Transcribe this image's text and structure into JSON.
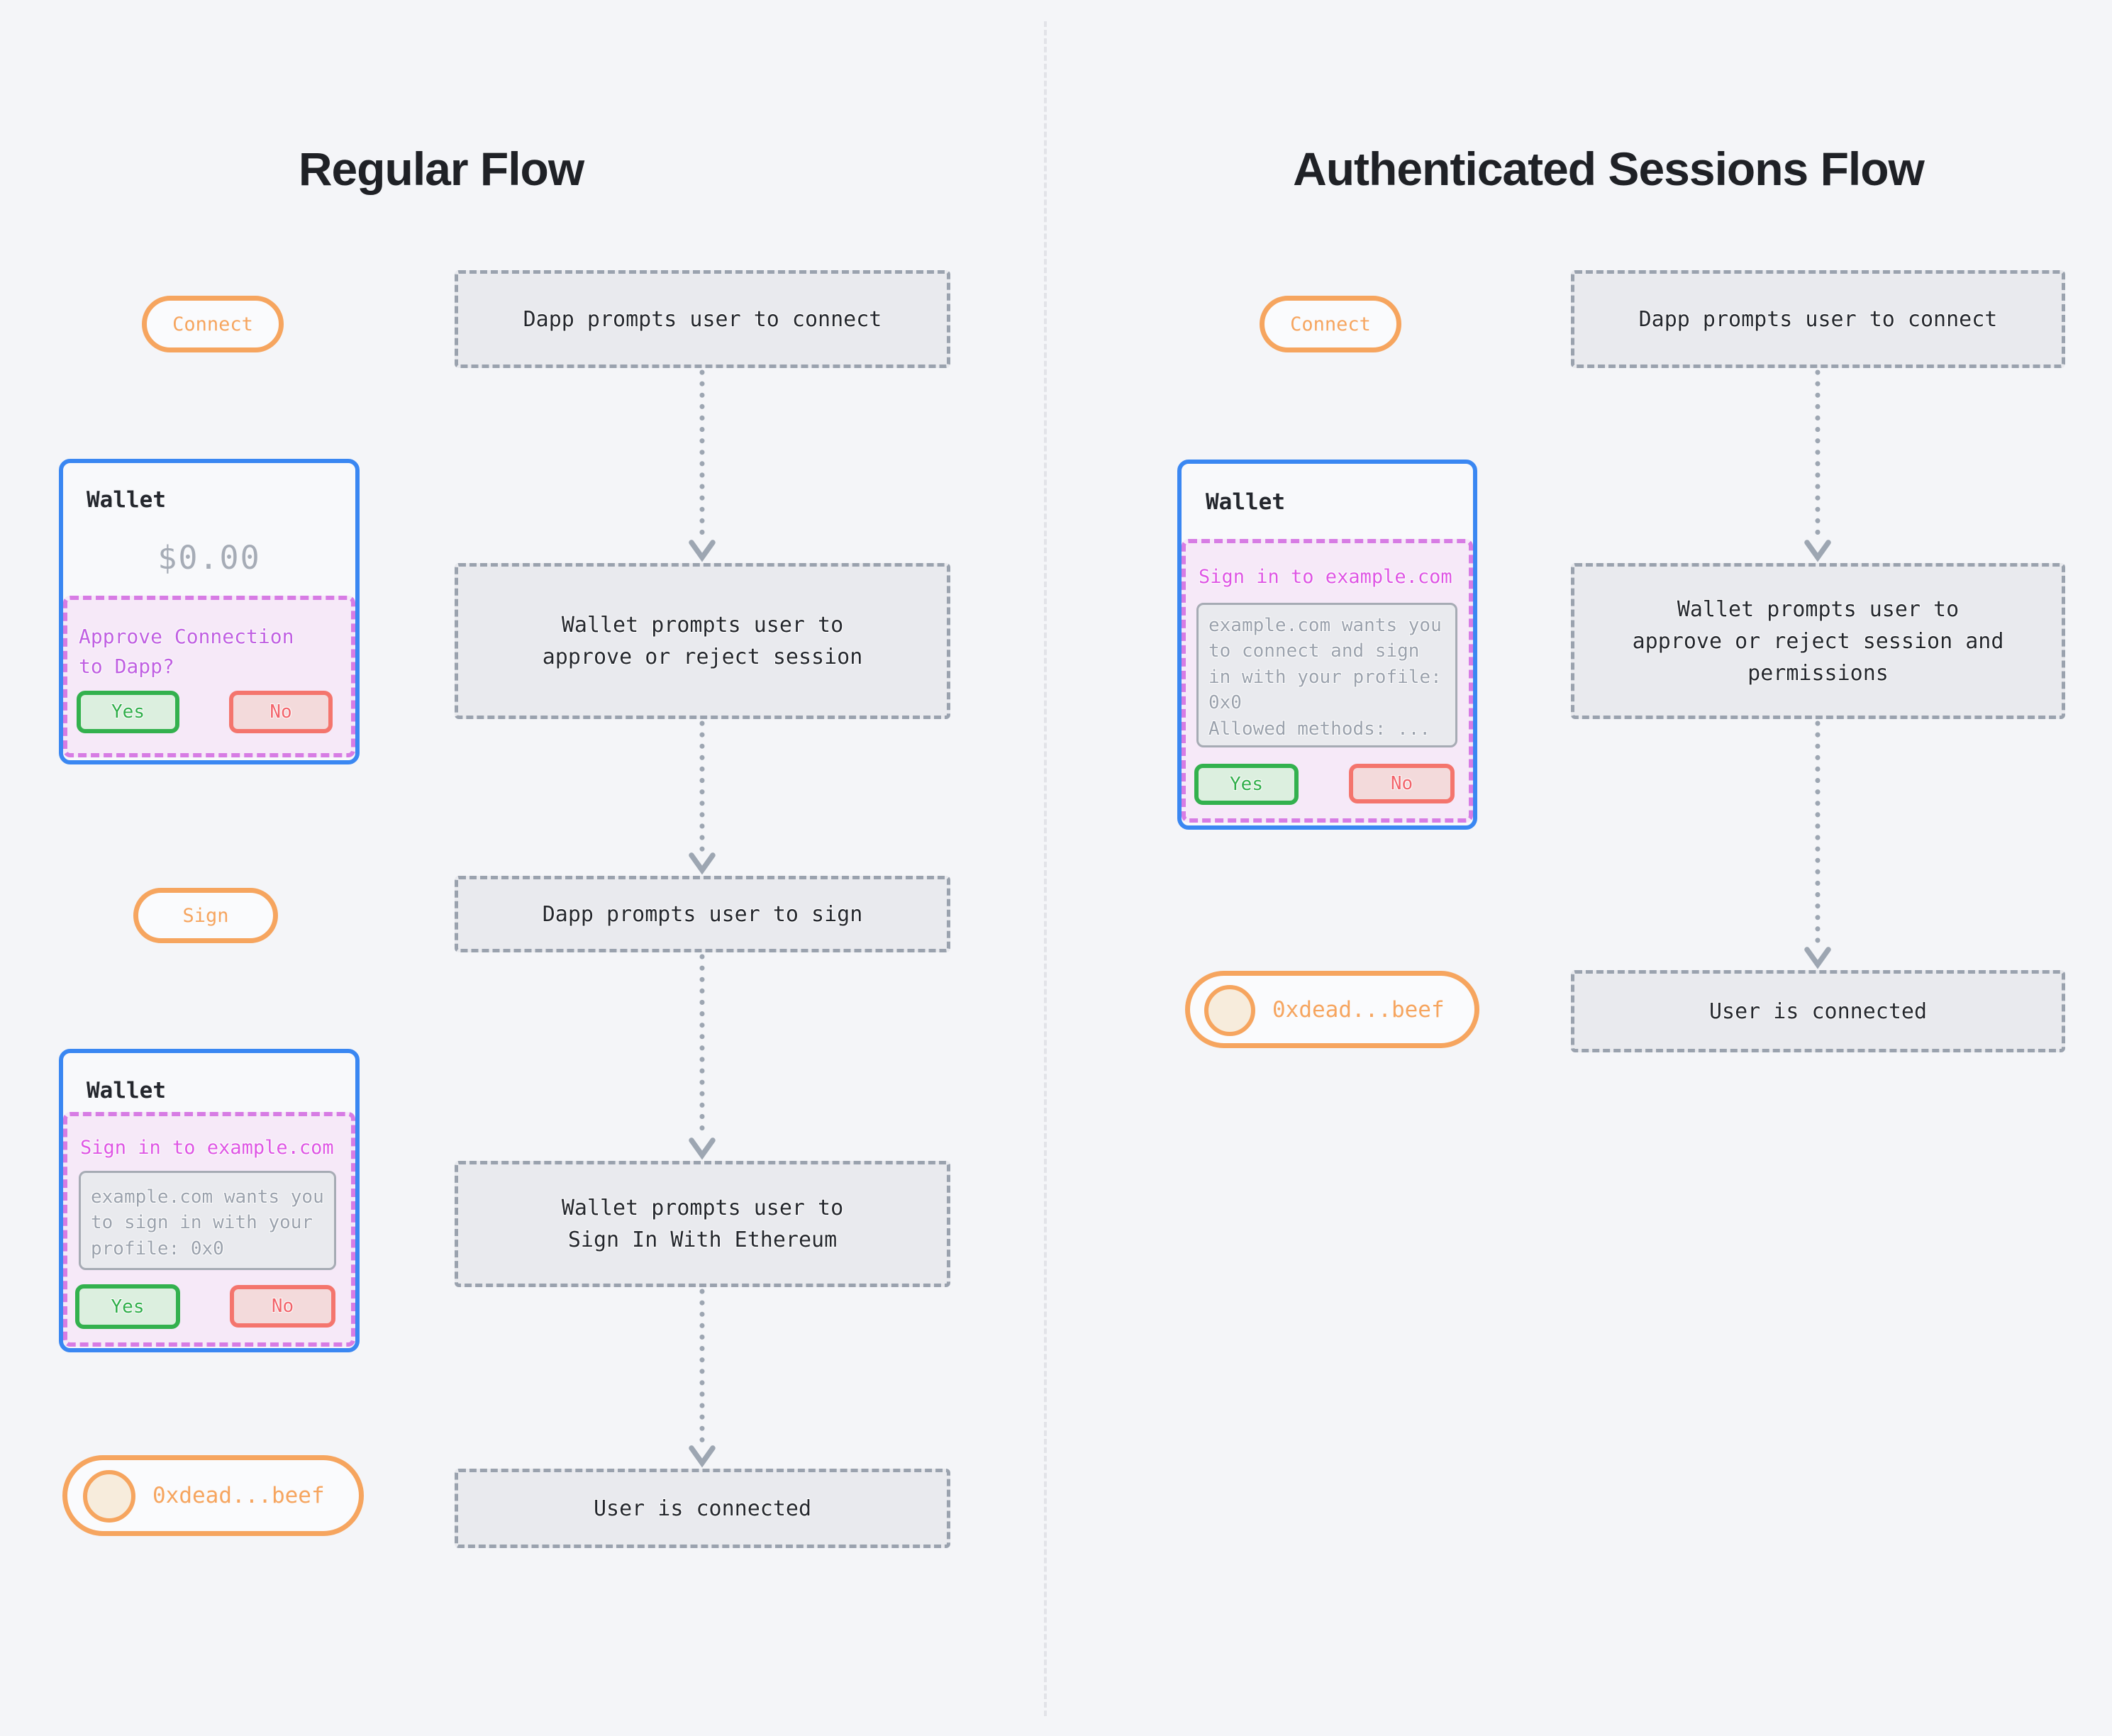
{
  "left": {
    "title": "Regular Flow",
    "pills": {
      "connect": "Connect",
      "sign": "Sign",
      "address": "0xdead...beef"
    },
    "wallet1": {
      "title": "Wallet",
      "balance": "$0.00",
      "prompt": "Approve Connection to Dapp?",
      "yes": "Yes",
      "no": "No"
    },
    "wallet2": {
      "title": "Wallet",
      "prompt": "Sign in to example.com",
      "message": "example.com wants you to sign in with your profile: 0x0",
      "yes": "Yes",
      "no": "No"
    },
    "steps": [
      "Dapp prompts user to connect",
      "Wallet prompts user to approve or reject session",
      "Dapp prompts user to sign",
      "Wallet prompts user to Sign In With Ethereum",
      "User is connected"
    ]
  },
  "right": {
    "title": "Authenticated Sessions Flow",
    "pills": {
      "connect": "Connect",
      "address": "0xdead...beef"
    },
    "wallet": {
      "title": "Wallet",
      "prompt": "Sign in to example.com",
      "message": "example.com wants you to connect and sign in with your profile: 0x0\nAllowed methods: ...",
      "yes": "Yes",
      "no": "No"
    },
    "steps": [
      "Dapp prompts user to connect",
      "Wallet prompts user to approve or reject session and permissions",
      "User is connected"
    ]
  },
  "colors": {
    "background": "#f4f5f8",
    "panel_fill": "#e9eaee",
    "panel_border": "#9aa2ae",
    "panel_text": "#24272d",
    "orange": "#f6a55f",
    "orange_fill": "#fafbfd",
    "avatar_fill": "#f7ecdc",
    "blue_border": "#3a87f2",
    "card_fill": "#f8f9fb",
    "purple_border": "#d77ce4",
    "purple_fill": "#f6e9f8",
    "purple_text": "#c05fe2",
    "magenta_text": "#de55e4",
    "gray_box_fill": "#e9eaee",
    "gray_box_border": "#a6abb4",
    "gray_box_text": "#9aa1ac",
    "muted_balance": "#a6acb6",
    "green_border": "#33b14e",
    "green_fill": "#dcefdf",
    "green_text": "#2fae49",
    "red_border": "#f4756d",
    "red_fill": "#f3dadb",
    "red_text": "#f2636a",
    "arrow": "#9da6b2",
    "divider": "#e2e3e8",
    "title_text": "#1f2126"
  }
}
